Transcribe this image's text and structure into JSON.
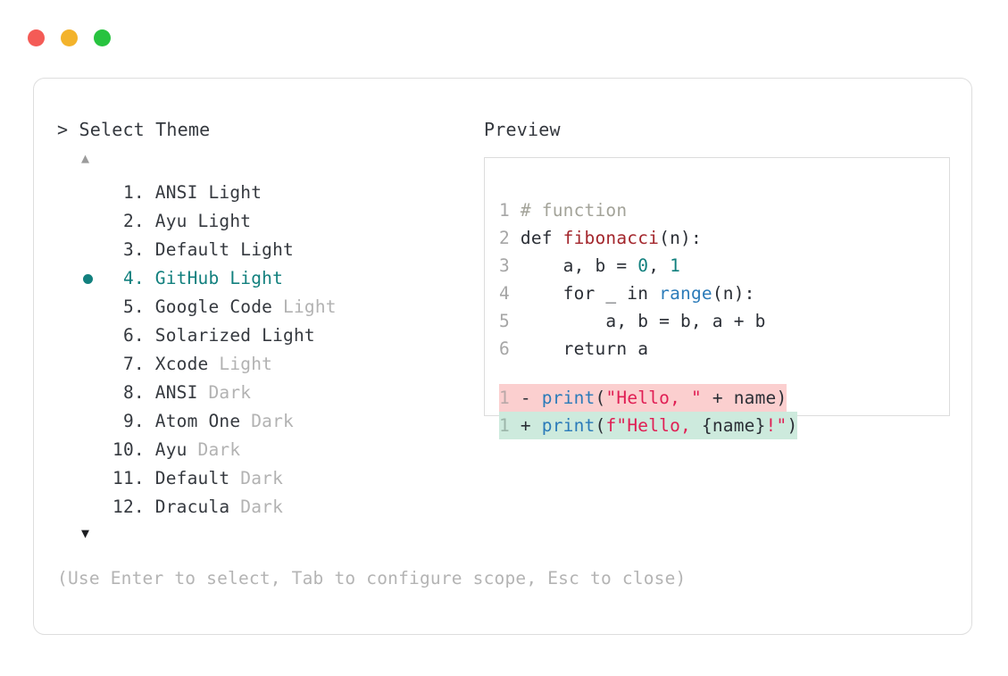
{
  "window": {
    "dots": [
      {
        "name": "close",
        "color": "#f45b56"
      },
      {
        "name": "minimize",
        "color": "#f3b32b"
      },
      {
        "name": "maximize",
        "color": "#27c33f"
      }
    ]
  },
  "left_panel": {
    "heading": "> Select Theme",
    "scroll_up": "▲",
    "scroll_down": "▼",
    "selected_index": 4,
    "bullet_color": "#12807e",
    "selected_color": "#12807e",
    "muted_color": "#b2b2b2",
    "items": [
      {
        "index": " 1.",
        "name": "ANSI",
        "variant": "Light",
        "variant_muted": false,
        "selected": false
      },
      {
        "index": " 2.",
        "name": "Ayu",
        "variant": "Light",
        "variant_muted": false,
        "selected": false
      },
      {
        "index": " 3.",
        "name": "Default",
        "variant": "Light",
        "variant_muted": false,
        "selected": false
      },
      {
        "index": " 4.",
        "name": "GitHub",
        "variant": "Light",
        "variant_muted": false,
        "selected": true
      },
      {
        "index": " 5.",
        "name": "Google Code",
        "variant": "Light",
        "variant_muted": true,
        "selected": false
      },
      {
        "index": " 6.",
        "name": "Solarized",
        "variant": "Light",
        "variant_muted": false,
        "selected": false
      },
      {
        "index": " 7.",
        "name": "Xcode",
        "variant": "Light",
        "variant_muted": true,
        "selected": false
      },
      {
        "index": " 8.",
        "name": "ANSI",
        "variant": "Dark",
        "variant_muted": true,
        "selected": false
      },
      {
        "index": " 9.",
        "name": "Atom One",
        "variant": "Dark",
        "variant_muted": true,
        "selected": false
      },
      {
        "index": "10.",
        "name": "Ayu",
        "variant": "Dark",
        "variant_muted": true,
        "selected": false
      },
      {
        "index": "11.",
        "name": "Default",
        "variant": "Dark",
        "variant_muted": true,
        "selected": false
      },
      {
        "index": "12.",
        "name": "Dracula",
        "variant": "Dark",
        "variant_muted": true,
        "selected": false
      }
    ]
  },
  "right_panel": {
    "heading": "Preview",
    "code_lines": [
      {
        "gutter": "1",
        "tokens": [
          {
            "t": "# function",
            "c": "comment"
          }
        ]
      },
      {
        "gutter": "2",
        "tokens": [
          {
            "t": "def ",
            "c": "keyword"
          },
          {
            "t": "fibonacci",
            "c": "func"
          },
          {
            "t": "(n):",
            "c": "plain"
          }
        ]
      },
      {
        "gutter": "3",
        "tokens": [
          {
            "t": "    a, b = ",
            "c": "plain"
          },
          {
            "t": "0",
            "c": "number"
          },
          {
            "t": ", ",
            "c": "plain"
          },
          {
            "t": "1",
            "c": "number"
          }
        ]
      },
      {
        "gutter": "4",
        "tokens": [
          {
            "t": "    for _ in ",
            "c": "plain"
          },
          {
            "t": "range",
            "c": "builtin"
          },
          {
            "t": "(n):",
            "c": "plain"
          }
        ]
      },
      {
        "gutter": "5",
        "tokens": [
          {
            "t": "        a, b = b, a + b",
            "c": "plain"
          }
        ]
      },
      {
        "gutter": "6",
        "tokens": [
          {
            "t": "    return a",
            "c": "plain"
          }
        ]
      }
    ],
    "diff_lines": [
      {
        "gutter": "1",
        "marker": "-",
        "kind": "removed",
        "background": "#fbcfcf",
        "tokens": [
          {
            "t": "print",
            "c": "call"
          },
          {
            "t": "(",
            "c": "plain"
          },
          {
            "t": "\"Hello, \"",
            "c": "string"
          },
          {
            "t": " + name)",
            "c": "plain"
          }
        ]
      },
      {
        "gutter": "1",
        "marker": "+",
        "kind": "added",
        "background": "#cdeadd",
        "tokens": [
          {
            "t": "print",
            "c": "call"
          },
          {
            "t": "(",
            "c": "plain"
          },
          {
            "t": "f\"Hello, ",
            "c": "string"
          },
          {
            "t": "{name}",
            "c": "plain"
          },
          {
            "t": "!\"",
            "c": "string"
          },
          {
            "t": ")",
            "c": "plain"
          }
        ]
      }
    ]
  },
  "footer": {
    "hint": "(Use Enter to select, Tab to configure scope, Esc to close)"
  }
}
